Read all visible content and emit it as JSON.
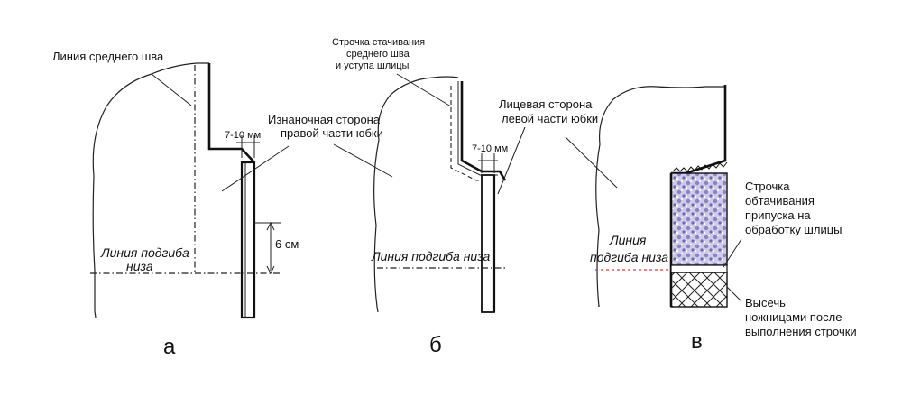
{
  "figure_a": {
    "label_center_seam": "Линия среднего шва",
    "label_wrong_side_1": "Изнаночная сторона",
    "label_wrong_side_2": "правой части юбки",
    "dim_width": "7-10 мм",
    "dim_height": "6 см",
    "label_hem_1": "Линия подгиба",
    "label_hem_2": "низа",
    "caption": "а"
  },
  "figure_b": {
    "label_stitch_1": "Строчка стачивания",
    "label_stitch_2": "среднего шва",
    "label_stitch_3": "и уступа шлицы",
    "label_right_side_1": "Лицевая сторона",
    "label_right_side_2": "левой части юбки",
    "dim_width": "7-10 мм",
    "label_hem": "Линия подгиба низа",
    "caption": "б"
  },
  "figure_v": {
    "label_hem_1": "Линия",
    "label_hem_2": "подгиба низа",
    "label_stitch_1": "Строчка",
    "label_stitch_2": "обтачивания",
    "label_stitch_3": "припуска на",
    "label_stitch_4": "обработку шлицы",
    "label_cut_1": "Высечь",
    "label_cut_2": "ножницами после",
    "label_cut_3": "выполнения строчки",
    "caption": "в"
  },
  "colors": {
    "lining_fill": "#c9c6e6",
    "outline": "#222222",
    "hem_red": "#d33a3a"
  }
}
